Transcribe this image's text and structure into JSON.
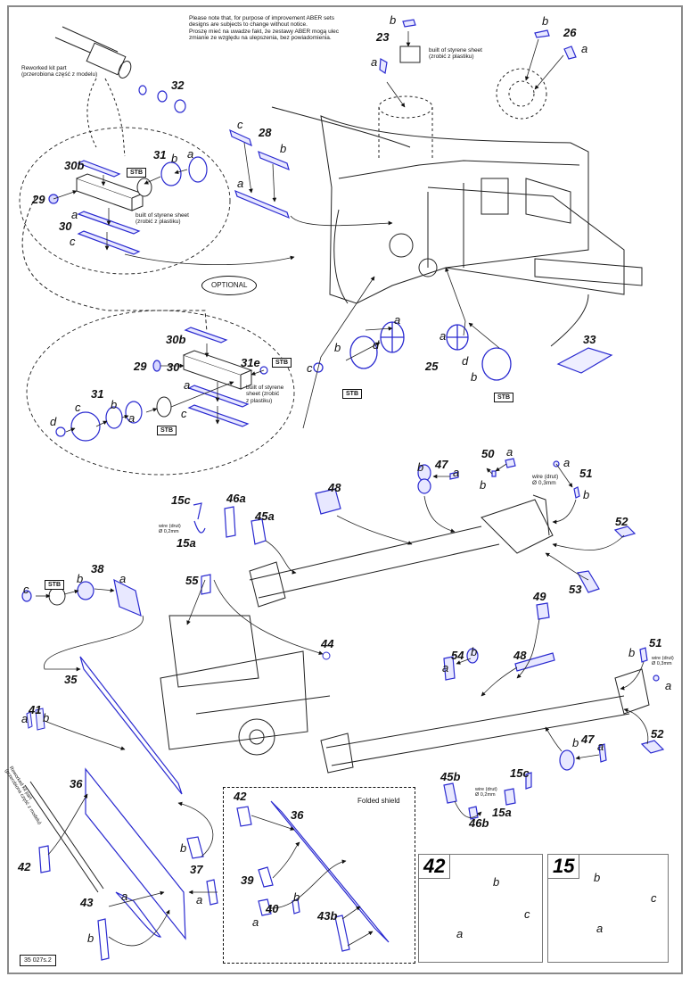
{
  "notice": {
    "en_line1": "Please note that, for purpose of improvement ABER sets",
    "en_line2": "designs are subjects to change without notice.",
    "pl_line1": "Proszę mieć na uwadze fakt, że zestawy ABER mogą ulec",
    "pl_line2": "zmianie ze względu na ulepszenia, bez powiadomienia."
  },
  "annotations": {
    "reworked_line1": "Reworked kit part",
    "reworked_line2": "(przerobiona część z modelu)",
    "styrene_line1": "built of styrene sheet",
    "styrene_line2": "(zrobić z plastiku)",
    "styrene_alt_line1": "built of styrene",
    "styrene_alt_line2": "sheet (zrobić",
    "styrene_alt_line3": "z plastiku)",
    "wire_03_line1": "wire (drut)",
    "wire_03_line2": "Ø 0,3mm",
    "wire_02_line1": "wire (drut)",
    "wire_02_line2": "Ø 0,2mm",
    "stb": "STB",
    "optional": "OPTIONAL",
    "folded_shield": "Folded shield",
    "sheet_code": "35 027s.2"
  },
  "part_numbers": [
    {
      "id": "p23",
      "text": "23"
    },
    {
      "id": "p26",
      "text": "26"
    },
    {
      "id": "p28",
      "text": "28"
    },
    {
      "id": "p29a",
      "text": "29"
    },
    {
      "id": "p29b",
      "text": "29"
    },
    {
      "id": "p30a",
      "text": "30"
    },
    {
      "id": "p30b1",
      "text": "30b"
    },
    {
      "id": "p30b2",
      "text": "30b"
    },
    {
      "id": "p30c",
      "text": "30"
    },
    {
      "id": "p31a",
      "text": "31"
    },
    {
      "id": "p31b",
      "text": "31"
    },
    {
      "id": "p31e",
      "text": "31e"
    },
    {
      "id": "p32",
      "text": "32"
    },
    {
      "id": "p33",
      "text": "33"
    },
    {
      "id": "p25",
      "text": "25"
    },
    {
      "id": "p35",
      "text": "35"
    },
    {
      "id": "p36a",
      "text": "36"
    },
    {
      "id": "p36b",
      "text": "36"
    },
    {
      "id": "p37",
      "text": "37"
    },
    {
      "id": "p38",
      "text": "38"
    },
    {
      "id": "p39",
      "text": "39"
    },
    {
      "id": "p40",
      "text": "40"
    },
    {
      "id": "p41",
      "text": "41"
    },
    {
      "id": "p42a",
      "text": "42"
    },
    {
      "id": "p42b",
      "text": "42"
    },
    {
      "id": "p43",
      "text": "43"
    },
    {
      "id": "p43b",
      "text": "43b"
    },
    {
      "id": "p44",
      "text": "44"
    },
    {
      "id": "p45a",
      "text": "45a"
    },
    {
      "id": "p45b",
      "text": "45b"
    },
    {
      "id": "p46a",
      "text": "46a"
    },
    {
      "id": "p46b",
      "text": "46b"
    },
    {
      "id": "p47a",
      "text": "47"
    },
    {
      "id": "p47b",
      "text": "47"
    },
    {
      "id": "p48a",
      "text": "48"
    },
    {
      "id": "p48b",
      "text": "48"
    },
    {
      "id": "p49",
      "text": "49"
    },
    {
      "id": "p50",
      "text": "50"
    },
    {
      "id": "p51a",
      "text": "51"
    },
    {
      "id": "p51b",
      "text": "51"
    },
    {
      "id": "p52a",
      "text": "52"
    },
    {
      "id": "p52b",
      "text": "52"
    },
    {
      "id": "p53",
      "text": "53"
    },
    {
      "id": "p54",
      "text": "54"
    },
    {
      "id": "p55",
      "text": "55"
    },
    {
      "id": "p15a1",
      "text": "15a"
    },
    {
      "id": "p15a2",
      "text": "15a"
    },
    {
      "id": "p15c1",
      "text": "15c"
    },
    {
      "id": "p15c2",
      "text": "15c"
    }
  ],
  "sub_letters": [
    {
      "id": "l23a",
      "text": "a"
    },
    {
      "id": "l23b",
      "text": "b"
    },
    {
      "id": "l26a",
      "text": "a"
    },
    {
      "id": "l26b",
      "text": "b"
    },
    {
      "id": "l28a",
      "text": "a"
    },
    {
      "id": "l28b",
      "text": "b"
    },
    {
      "id": "l28c",
      "text": "c"
    },
    {
      "id": "l31a1",
      "text": "a"
    },
    {
      "id": "l31b1",
      "text": "b"
    },
    {
      "id": "l30a1",
      "text": "a"
    },
    {
      "id": "l30c1",
      "text": "c"
    },
    {
      "id": "l30a2",
      "text": "a"
    },
    {
      "id": "l30c2",
      "text": "c"
    },
    {
      "id": "l31a2",
      "text": "a"
    },
    {
      "id": "l31b2",
      "text": "b"
    },
    {
      "id": "l31c2",
      "text": "c"
    },
    {
      "id": "l31d2",
      "text": "d"
    },
    {
      "id": "l25a1",
      "text": "a"
    },
    {
      "id": "l25b1",
      "text": "b"
    },
    {
      "id": "l25c1",
      "text": "c"
    },
    {
      "id": "l25d1",
      "text": "d"
    },
    {
      "id": "l25a2",
      "text": "a"
    },
    {
      "id": "l25b2",
      "text": "b"
    },
    {
      "id": "l25d2",
      "text": "d"
    },
    {
      "id": "l47a1",
      "text": "a"
    },
    {
      "id": "l47b1",
      "text": "b"
    },
    {
      "id": "l50a",
      "text": "a"
    },
    {
      "id": "l50b",
      "text": "b"
    },
    {
      "id": "l51a1",
      "text": "a"
    },
    {
      "id": "l51b1",
      "text": "b"
    },
    {
      "id": "l38a",
      "text": "a"
    },
    {
      "id": "l38b",
      "text": "b"
    },
    {
      "id": "l38c",
      "text": "c"
    },
    {
      "id": "l41a",
      "text": "a"
    },
    {
      "id": "l41b",
      "text": "b"
    },
    {
      "id": "l54a",
      "text": "a"
    },
    {
      "id": "l54b",
      "text": "b"
    },
    {
      "id": "l51a2",
      "text": "a"
    },
    {
      "id": "l51b2",
      "text": "b"
    },
    {
      "id": "l47a2",
      "text": "a"
    },
    {
      "id": "l47b2",
      "text": "b"
    },
    {
      "id": "l37a",
      "text": "a"
    },
    {
      "id": "l37b",
      "text": "b"
    },
    {
      "id": "l43a",
      "text": "a"
    },
    {
      "id": "l43b",
      "text": "b"
    },
    {
      "id": "l40a",
      "text": "a"
    },
    {
      "id": "l40b",
      "text": "b"
    },
    {
      "id": "l42a",
      "text": "a"
    },
    {
      "id": "l42b",
      "text": "b"
    },
    {
      "id": "l42c",
      "text": "c"
    },
    {
      "id": "l15a",
      "text": "a"
    },
    {
      "id": "l15b",
      "text": "b"
    },
    {
      "id": "l15c",
      "text": "c"
    }
  ],
  "insets": [
    {
      "id": "inset42",
      "title": "42"
    },
    {
      "id": "inset15",
      "title": "15"
    }
  ],
  "colors": {
    "photo_etch_parts": "#2a2ad0",
    "kit_lines": "#222222",
    "frame": "#8a8a8a"
  }
}
